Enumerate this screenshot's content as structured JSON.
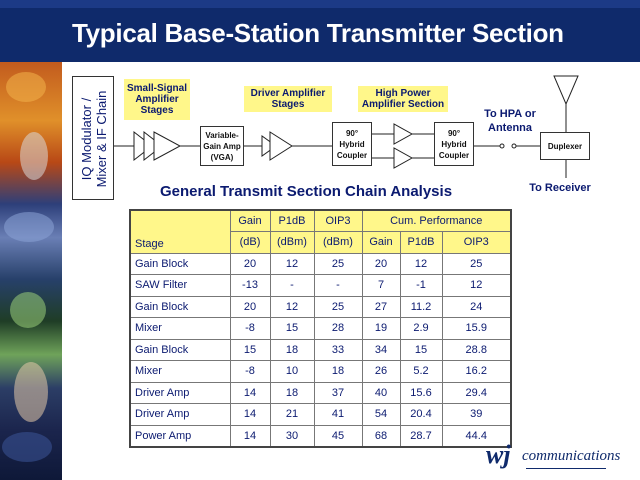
{
  "slide": {
    "title": "Typical Base-Station Transmitter Section"
  },
  "diagram": {
    "iq_line1": "IQ Modulator /",
    "iq_line2": "Mixer & IF Chain",
    "small_signal": "Small-Signal Amplifier Stages",
    "driver_amp": "Driver Amplifier Stages",
    "high_power": "High Power Amplifier Section",
    "vga": "Variable-Gain Amp (VGA)",
    "hybrid1": "90° Hybrid Coupler",
    "hybrid2": "90° Hybrid Coupler",
    "to_hpa": "To HPA or Antenna",
    "duplexer": "Duplexer",
    "to_receiver": "To Receiver"
  },
  "table": {
    "title": "General Transmit Section Chain Analysis",
    "group_header": "Cum. Performance",
    "headers": {
      "stage": "Stage",
      "gain": "Gain",
      "gain_unit": "(dB)",
      "p1db": "P1dB",
      "p1db_unit": "(dBm)",
      "oip3": "OIP3",
      "oip3_unit": "(dBm)",
      "cum_gain": "Gain",
      "cum_p1db": "P1dB",
      "cum_oip3": "OIP3"
    },
    "rows": [
      {
        "stage": "Gain Block",
        "gain": "20",
        "p1db": "12",
        "oip3": "25",
        "cum_gain": "20",
        "cum_p1db": "12",
        "cum_oip3": "25"
      },
      {
        "stage": "SAW Filter",
        "gain": "-13",
        "p1db": "-",
        "oip3": "-",
        "cum_gain": "7",
        "cum_p1db": "-1",
        "cum_oip3": "12"
      },
      {
        "stage": "Gain Block",
        "gain": "20",
        "p1db": "12",
        "oip3": "25",
        "cum_gain": "27",
        "cum_p1db": "11.2",
        "cum_oip3": "24"
      },
      {
        "stage": "Mixer",
        "gain": "-8",
        "p1db": "15",
        "oip3": "28",
        "cum_gain": "19",
        "cum_p1db": "2.9",
        "cum_oip3": "15.9"
      },
      {
        "stage": "Gain Block",
        "gain": "15",
        "p1db": "18",
        "oip3": "33",
        "cum_gain": "34",
        "cum_p1db": "15",
        "cum_oip3": "28.8"
      },
      {
        "stage": "Mixer",
        "gain": "-8",
        "p1db": "10",
        "oip3": "18",
        "cum_gain": "26",
        "cum_p1db": "5.2",
        "cum_oip3": "16.2"
      },
      {
        "stage": "Driver Amp",
        "gain": "14",
        "p1db": "18",
        "oip3": "37",
        "cum_gain": "40",
        "cum_p1db": "15.6",
        "cum_oip3": "29.4"
      },
      {
        "stage": "Driver Amp",
        "gain": "14",
        "p1db": "21",
        "oip3": "41",
        "cum_gain": "54",
        "cum_p1db": "20.4",
        "cum_oip3": "39"
      },
      {
        "stage": "Power Amp",
        "gain": "14",
        "p1db": "30",
        "oip3": "45",
        "cum_gain": "68",
        "cum_p1db": "28.7",
        "cum_oip3": "44.4"
      }
    ]
  },
  "logo": {
    "mark": "wj",
    "text": "communications"
  },
  "colors": {
    "header_blue": "#0f2a6b",
    "label_yellow": "#fff78a",
    "text_navy": "#0b1a70"
  }
}
